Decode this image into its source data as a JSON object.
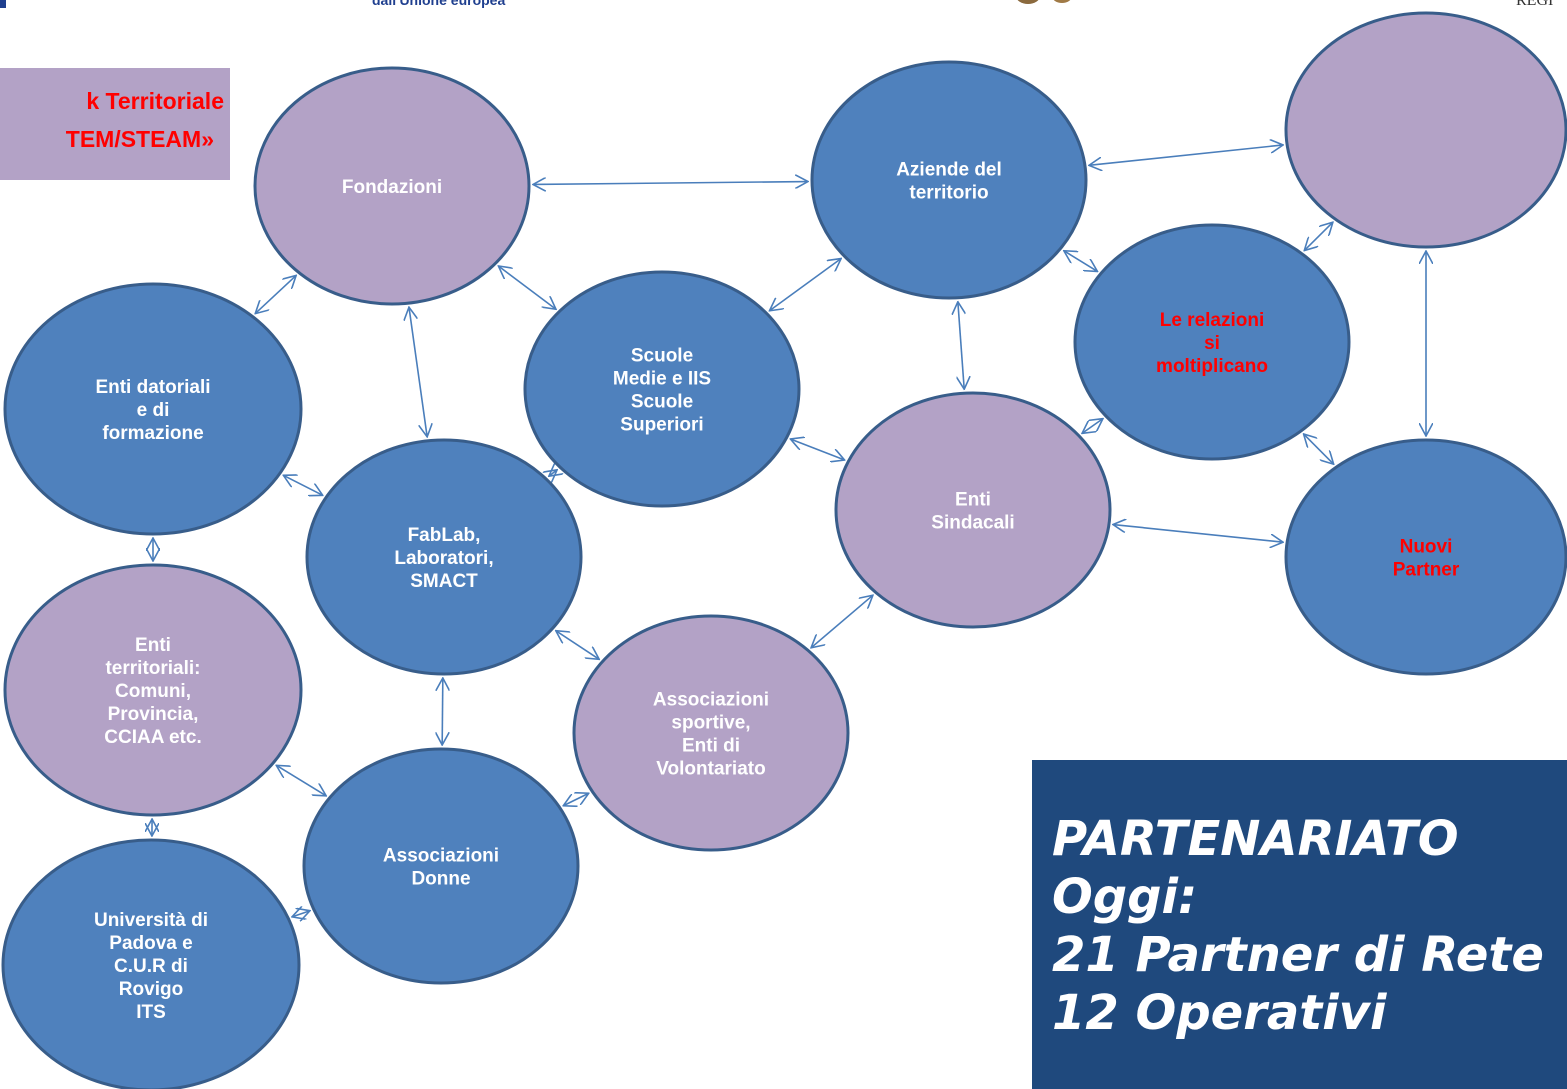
{
  "header": {
    "top_caption": "dall'Unione europea",
    "region_word": "REGI"
  },
  "title": {
    "line1": "k Territoriale",
    "line2": "TEM/STEAM»"
  },
  "summary": {
    "line1": "PARTENARIATO",
    "line2": "Oggi:",
    "line3": "21 Partner di Rete",
    "line4": "12 Operativi"
  },
  "colors": {
    "node_blue": "#4f81bd",
    "node_purple": "#b3a2c6",
    "node_stroke": "#385d8a",
    "arrow": "#4a7ebb",
    "highlight_text": "#ff0000",
    "summary_bg": "#1f497d"
  },
  "nodes": [
    {
      "id": "fondazioni",
      "fill": "purple",
      "text_color": "white",
      "lines": [
        "Fondazioni"
      ]
    },
    {
      "id": "aziende",
      "fill": "blue",
      "text_color": "white",
      "lines": [
        "Aziende del",
        "territorio"
      ]
    },
    {
      "id": "top-right",
      "fill": "purple",
      "text_color": "white",
      "lines": []
    },
    {
      "id": "relazioni",
      "fill": "blue",
      "text_color": "red",
      "lines": [
        "Le relazioni",
        "si",
        "moltiplicano"
      ]
    },
    {
      "id": "scuole",
      "fill": "blue",
      "text_color": "white",
      "lines": [
        "Scuole",
        "Medie e IIS",
        "Scuole",
        "Superiori"
      ]
    },
    {
      "id": "enti-datoriali",
      "fill": "blue",
      "text_color": "white",
      "lines": [
        "Enti datoriali",
        "e di",
        "formazione"
      ]
    },
    {
      "id": "enti-sindacali",
      "fill": "purple",
      "text_color": "white",
      "lines": [
        "Enti",
        "Sindacali"
      ]
    },
    {
      "id": "nuovi-partner",
      "fill": "blue",
      "text_color": "red",
      "lines": [
        "Nuovi",
        "Partner"
      ]
    },
    {
      "id": "fablab",
      "fill": "blue",
      "text_color": "white",
      "lines": [
        "FabLab,",
        "Laboratori,",
        "SMACT"
      ]
    },
    {
      "id": "enti-territoriali",
      "fill": "purple",
      "text_color": "white",
      "lines": [
        "Enti",
        "territoriali:",
        "Comuni,",
        "Provincia,",
        "CCIAA etc."
      ]
    },
    {
      "id": "associazioni-sportive",
      "fill": "purple",
      "text_color": "white",
      "lines": [
        "Associazioni",
        "sportive,",
        "Enti di",
        "Volontariato"
      ]
    },
    {
      "id": "associazioni-donne",
      "fill": "blue",
      "text_color": "white",
      "lines": [
        "Associazioni",
        "Donne"
      ]
    },
    {
      "id": "universita",
      "fill": "blue",
      "text_color": "white",
      "lines": [
        "Università di",
        "Padova e",
        "C.U.R di",
        "Rovigo",
        "ITS"
      ]
    }
  ],
  "edges": [
    [
      "fondazioni",
      "aziende"
    ],
    [
      "fondazioni",
      "scuole"
    ],
    [
      "fondazioni",
      "enti-datoriali"
    ],
    [
      "fondazioni",
      "fablab"
    ],
    [
      "aziende",
      "top-right"
    ],
    [
      "aziende",
      "scuole"
    ],
    [
      "aziende",
      "relazioni"
    ],
    [
      "aziende",
      "enti-sindacali"
    ],
    [
      "top-right",
      "relazioni"
    ],
    [
      "top-right",
      "nuovi-partner"
    ],
    [
      "relazioni",
      "enti-sindacali"
    ],
    [
      "relazioni",
      "nuovi-partner"
    ],
    [
      "scuole",
      "enti-sindacali"
    ],
    [
      "scuole",
      "fablab"
    ],
    [
      "enti-datoriali",
      "fablab"
    ],
    [
      "enti-datoriali",
      "enti-territoriali"
    ],
    [
      "enti-sindacali",
      "nuovi-partner"
    ],
    [
      "enti-sindacali",
      "associazioni-sportive"
    ],
    [
      "fablab",
      "associazioni-sportive"
    ],
    [
      "fablab",
      "associazioni-donne"
    ],
    [
      "enti-territoriali",
      "associazioni-donne"
    ],
    [
      "enti-territoriali",
      "universita"
    ],
    [
      "associazioni-sportive",
      "associazioni-donne"
    ],
    [
      "associazioni-donne",
      "universita"
    ]
  ]
}
